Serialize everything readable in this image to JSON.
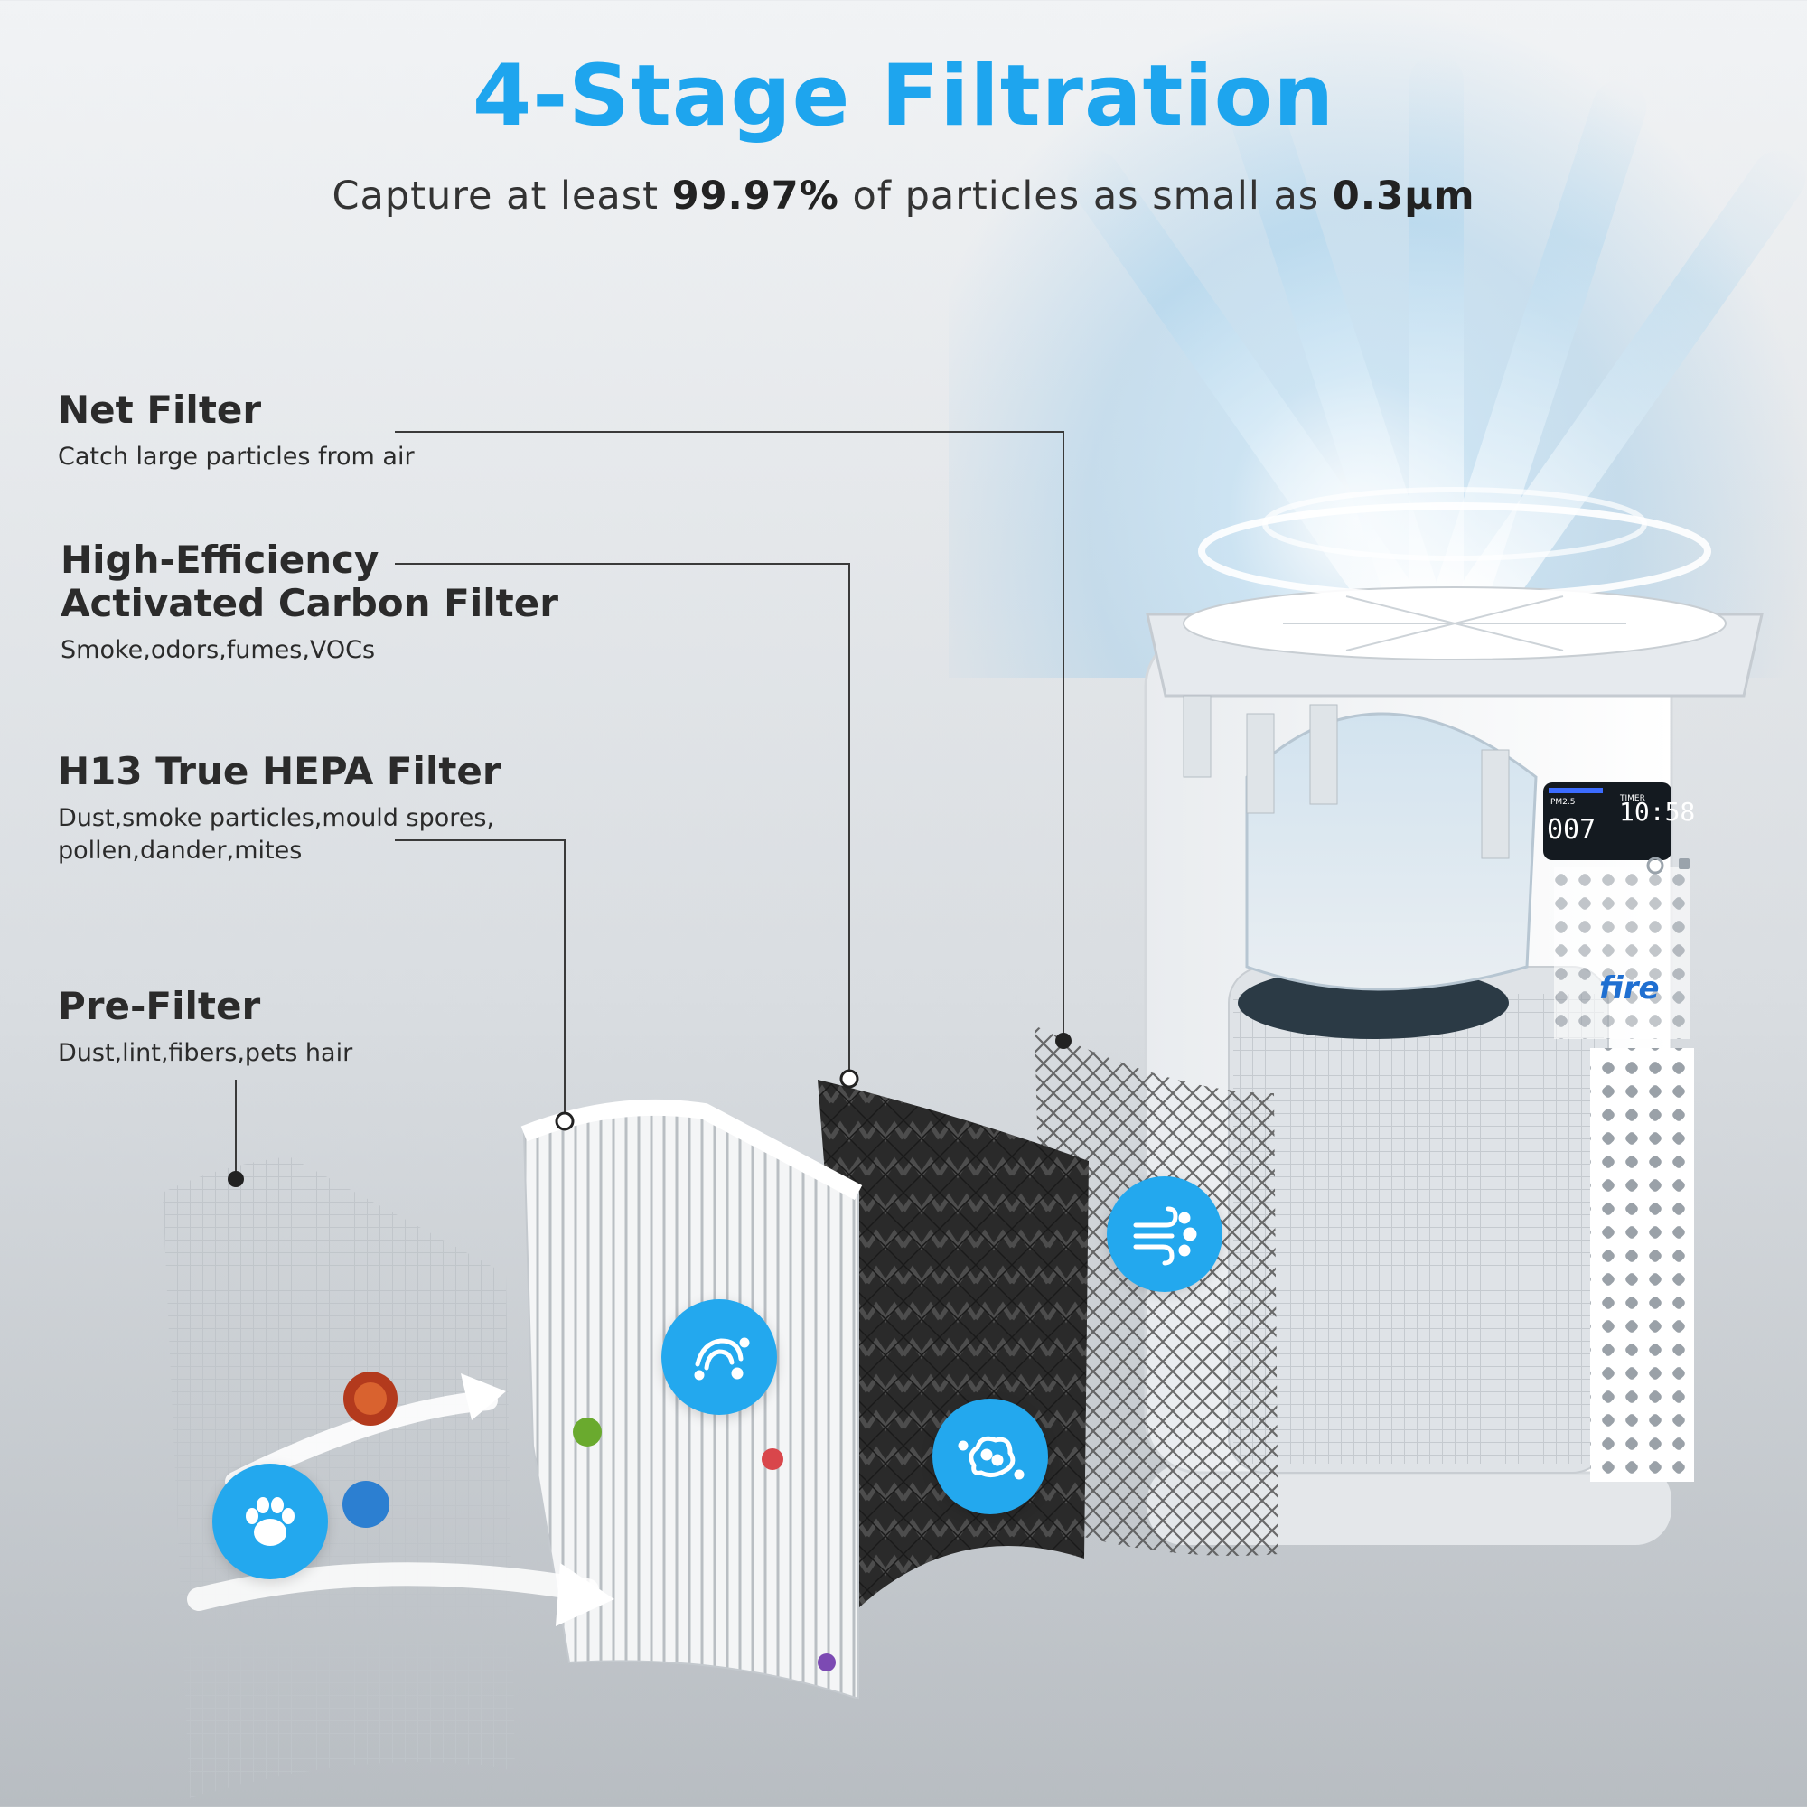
{
  "title": "4-Stage Filtration",
  "subtitle": {
    "prefix": "Capture at least",
    "percent": "99.97%",
    "middle": "of particles as small as",
    "size": "0.3μm"
  },
  "filters": [
    {
      "name": "Net Filter",
      "description": "Catch large particles from air"
    },
    {
      "name": "High-Efficiency\nActivated Carbon Filter",
      "description": "Smoke,odors,fumes,VOCs"
    },
    {
      "name": "H13 True HEPA Filter",
      "description": "Dust,smoke particles,mould spores,\npollen,dander,mites"
    },
    {
      "name": "Pre-Filter",
      "description": "Dust,lint,fibers,pets hair"
    }
  ],
  "display": {
    "left_label": "PM2.5",
    "left_value": "007",
    "right_label": "TIMER",
    "right_value": "10:58"
  },
  "brand": "fire",
  "icons": [
    "paw-icon",
    "microbe-icon",
    "dust-cloud-icon",
    "wind-particles-icon"
  ],
  "colors": {
    "accent": "#1ea5ee",
    "badge": "#23a8ee",
    "text": "#2b2b2b"
  }
}
